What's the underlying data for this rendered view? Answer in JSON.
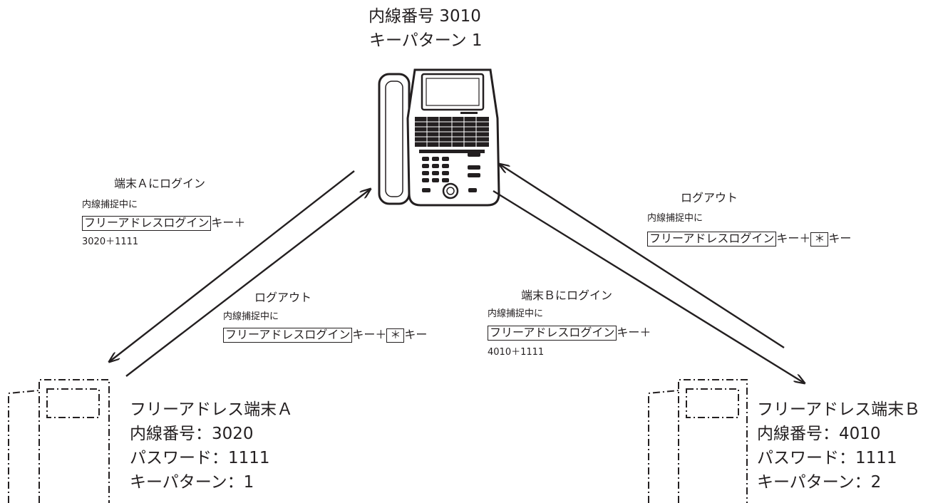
{
  "header": {
    "extension": "内線番号 3010",
    "key_pattern": "キーパターン 1"
  },
  "left_login": {
    "title": "端末Ａにログイン",
    "line1": "内線捕捉中に",
    "key_name": "フリーアドレスログイン",
    "key_suffix": "キー＋",
    "digits": "3020＋1111"
  },
  "left_logout": {
    "title": "ログアウト",
    "line1": "内線捕捉中に",
    "key_name": "フリーアドレスログイン",
    "key_mid": "キー＋",
    "star": "＊",
    "key_end": "キー"
  },
  "right_logout": {
    "title": "ログアウト",
    "line1": "内線捕捉中に",
    "key_name": "フリーアドレスログイン",
    "key_mid": "キー＋",
    "star": "＊",
    "key_end": "キー"
  },
  "right_login": {
    "title": "端末Ｂにログイン",
    "line1": "内線捕捉中に",
    "key_name": "フリーアドレスログイン",
    "key_suffix": "キー＋",
    "digits": "4010＋1111"
  },
  "terminal_a": {
    "name": "フリーアドレス端末Ａ",
    "extension": "内線番号：3020",
    "password": "パスワード：1111",
    "key_pattern": "キーパターン：1"
  },
  "terminal_b": {
    "name": "フリーアドレス端末Ｂ",
    "extension": "内線番号：4010",
    "password": "パスワード：1111",
    "key_pattern": "キーパターン：2"
  },
  "colors": {
    "ink": "#231f20",
    "background": "#ffffff"
  },
  "icons": [
    "desk-phone-icon",
    "phone-outline-icon",
    "arrow-icon"
  ]
}
